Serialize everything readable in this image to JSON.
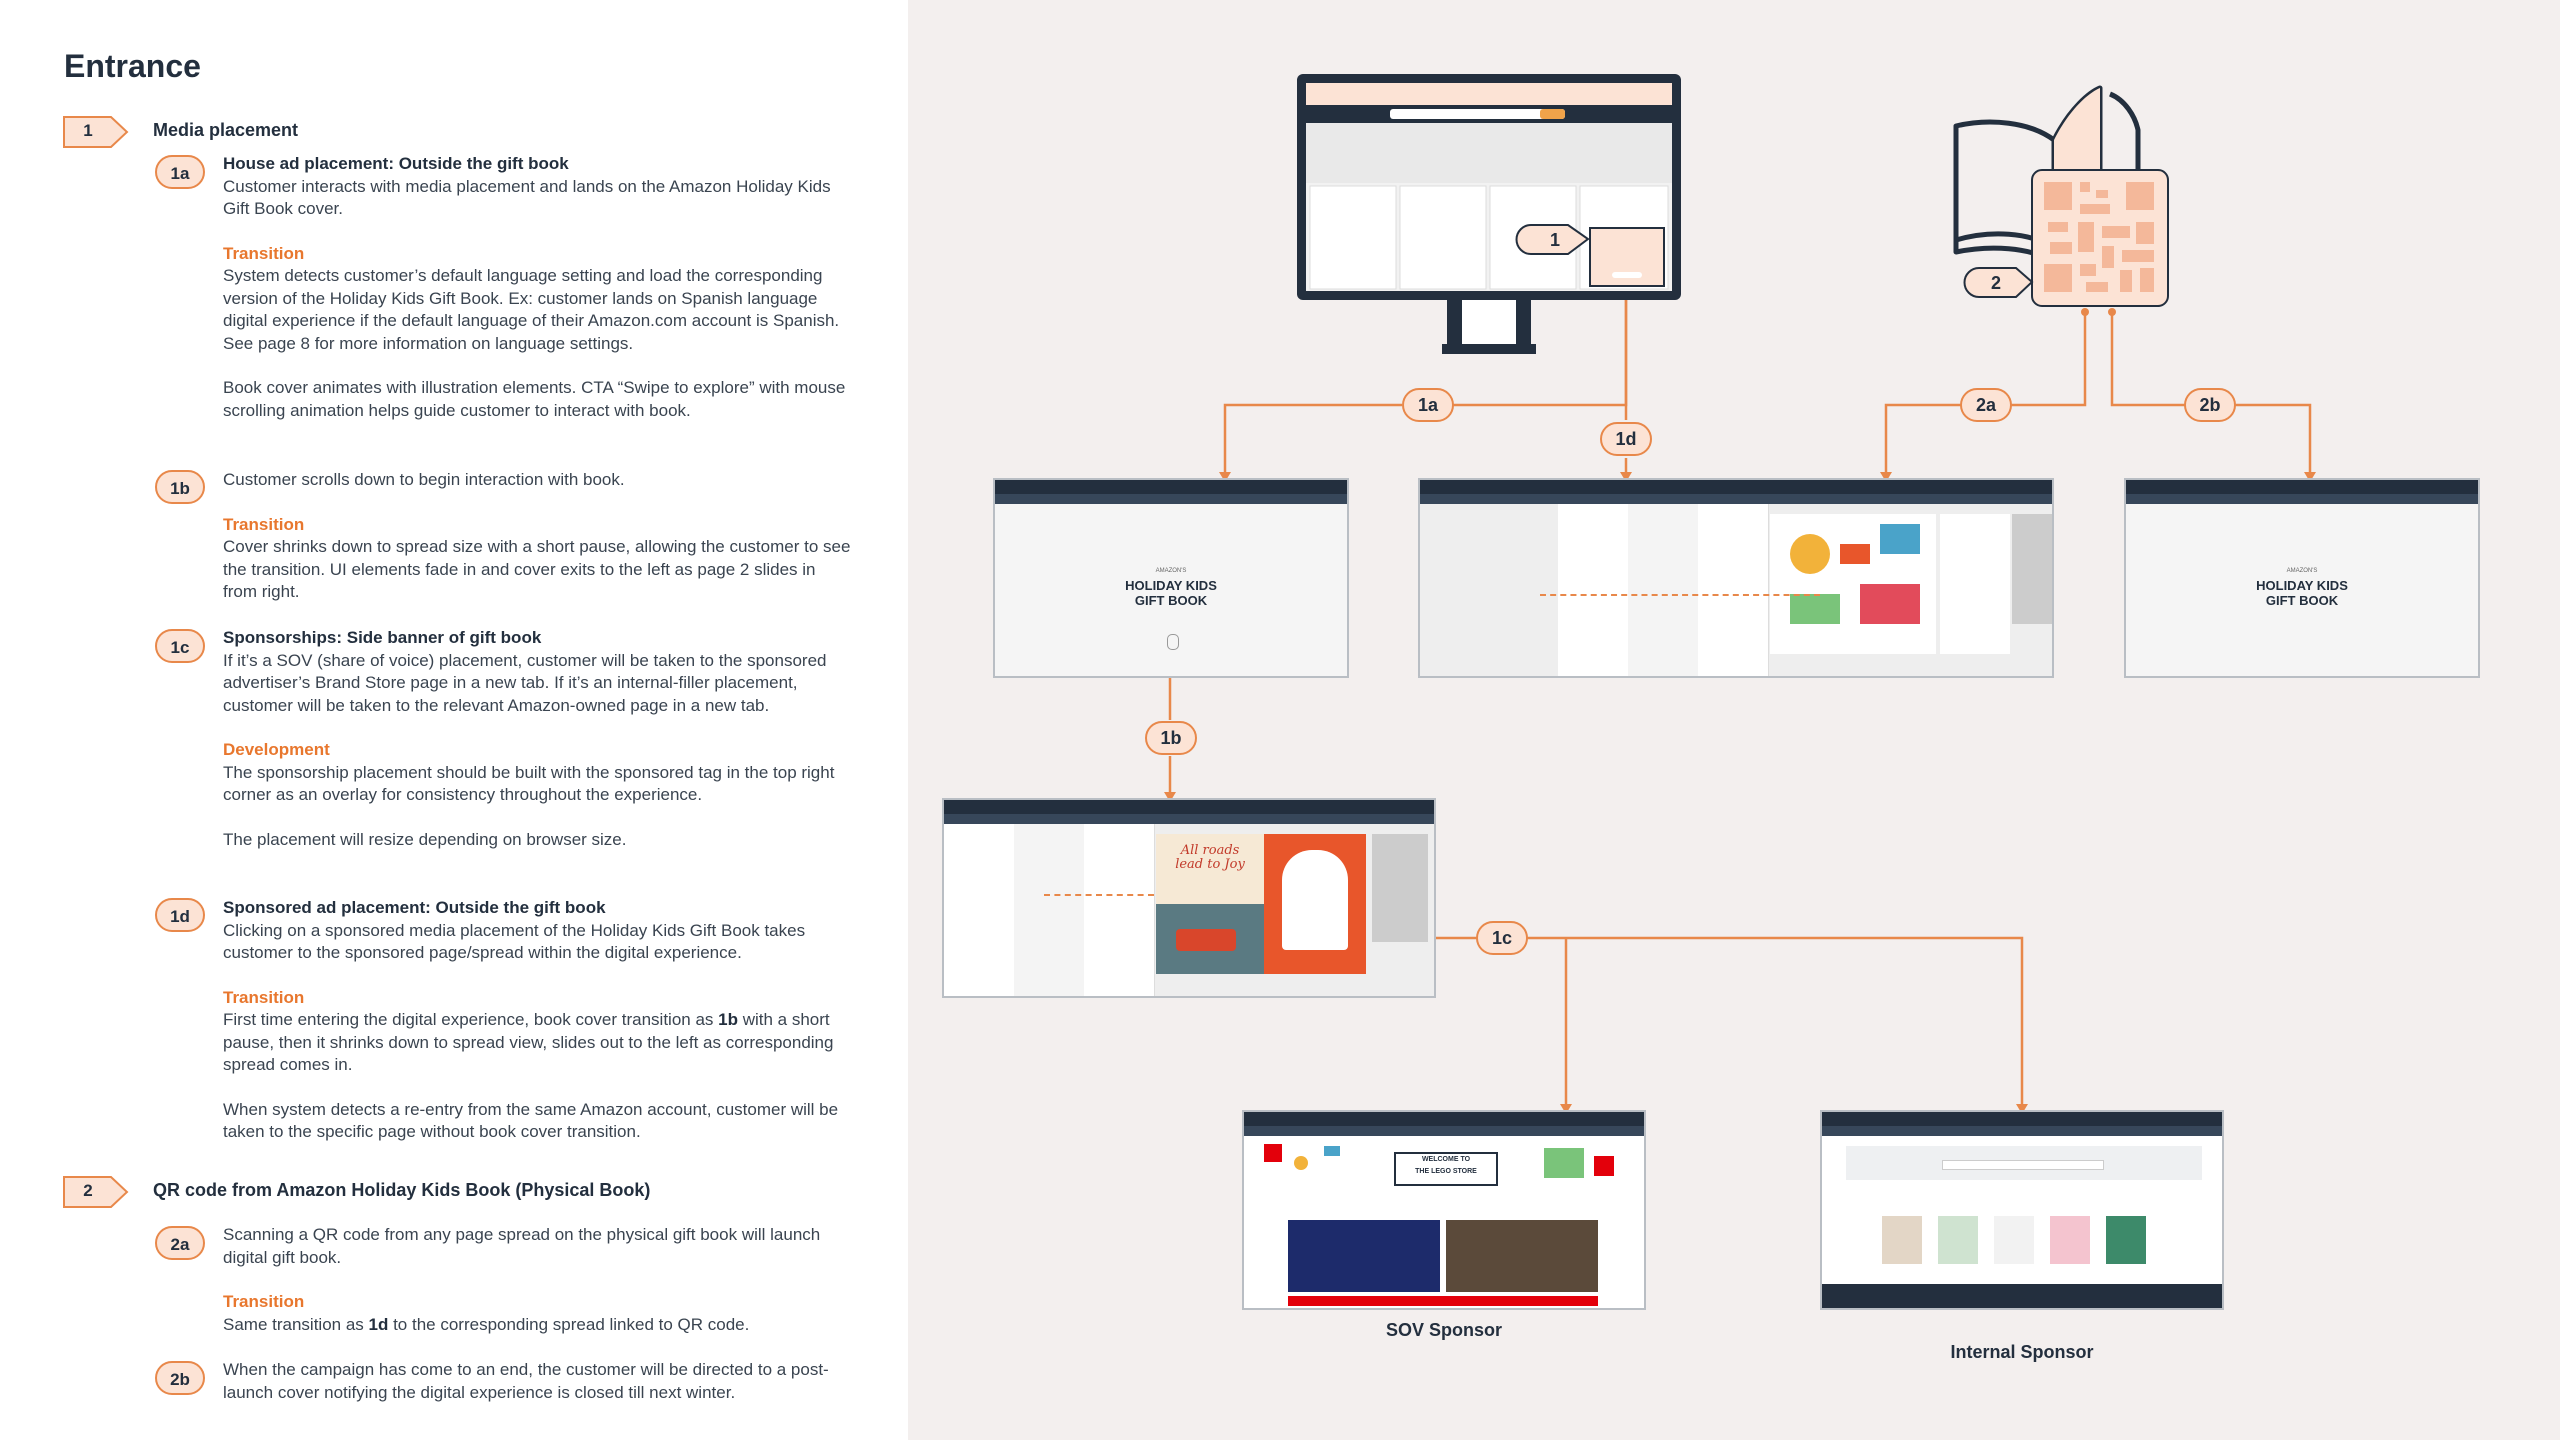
{
  "title": "Entrance",
  "section1": {
    "number": "1",
    "title": "Media placement",
    "items": {
      "a": {
        "tag": "1a",
        "heading": "House ad placement: Outside the gift book",
        "text": "Customer interacts with media placement and lands on the Amazon Holiday Kids Gift Book cover.",
        "label": "Transition",
        "body1": "System detects customer’s default language setting and load the corresponding version of the Holiday Kids Gift Book. Ex: customer lands on Spanish language digital experience if the default language of their Amazon.com account is Spanish. See page 8 for more information on language settings.",
        "body2": "Book cover animates with illustration elements. CTA “Swipe to explore” with mouse scrolling animation helps guide customer to interact with book."
      },
      "b": {
        "tag": "1b",
        "text": "Customer scrolls down to begin interaction with book.",
        "label": "Transition",
        "body1": "Cover shrinks down to spread size with a short pause, allowing the customer to see the transition. UI elements fade in and cover exits to the left as page 2 slides in from right."
      },
      "c": {
        "tag": "1c",
        "heading": "Sponsorships: Side banner of gift book",
        "text": "If it’s a SOV (share of voice) placement, customer will be taken to the sponsored advertiser’s Brand Store page in a new tab. If it’s an internal-filler placement, customer will be taken to the relevant Amazon-owned page in a new tab.",
        "label": "Development",
        "body1": "The sponsorship placement should be built with the sponsored tag in the top right corner as an overlay for consistency throughout the experience.",
        "body2": "The placement will resize depending on browser size."
      },
      "d": {
        "tag": "1d",
        "heading": "Sponsored ad placement: Outside the gift book",
        "text": "Clicking on a sponsored media placement of the Holiday Kids Gift Book takes customer to the sponsored page/spread within the digital experience.",
        "label": "Transition",
        "body1_pre": "First time entering the digital experience, book cover transition as ",
        "body1_bold": "1b",
        "body1_post": " with a short pause, then it shrinks down to spread view, slides out to the left as corresponding spread comes in.",
        "body2": "When system detects a re-entry from the same Amazon account, customer will be taken to the specific page without book cover transition."
      }
    }
  },
  "section2": {
    "number": "2",
    "title": "QR code from Amazon Holiday Kids Book (Physical Book)",
    "items": {
      "a": {
        "tag": "2a",
        "text": "Scanning a QR code from any page spread on the physical gift book will launch digital gift book.",
        "label": "Transition",
        "body1_pre": "Same transition as ",
        "body1_bold": "1d",
        "body1_post": " to the corresponding spread linked to QR code."
      },
      "b": {
        "tag": "2b",
        "text": "When the campaign has come to an end, the customer will be directed to a post-launch cover notifying the digital experience is closed till next winter."
      }
    }
  },
  "diagram": {
    "cover_brand": "AMAZON'S",
    "cover_title_1": "HOLIDAY KIDS",
    "cover_title_2": "GIFT BOOK",
    "caption_sov": "SOV Sponsor",
    "caption_internal": "Internal Sponsor",
    "lego_banner_1": "WELCOME TO",
    "lego_banner_2": "THE LEGO STORE",
    "spread_title_1": "All roads",
    "spread_title_2": "lead to Joy",
    "node_1": "1",
    "node_2": "2",
    "flow_1a": "1a",
    "flow_1b": "1b",
    "flow_1c": "1c",
    "flow_1d": "1d",
    "flow_2a": "2a",
    "flow_2b": "2b"
  }
}
